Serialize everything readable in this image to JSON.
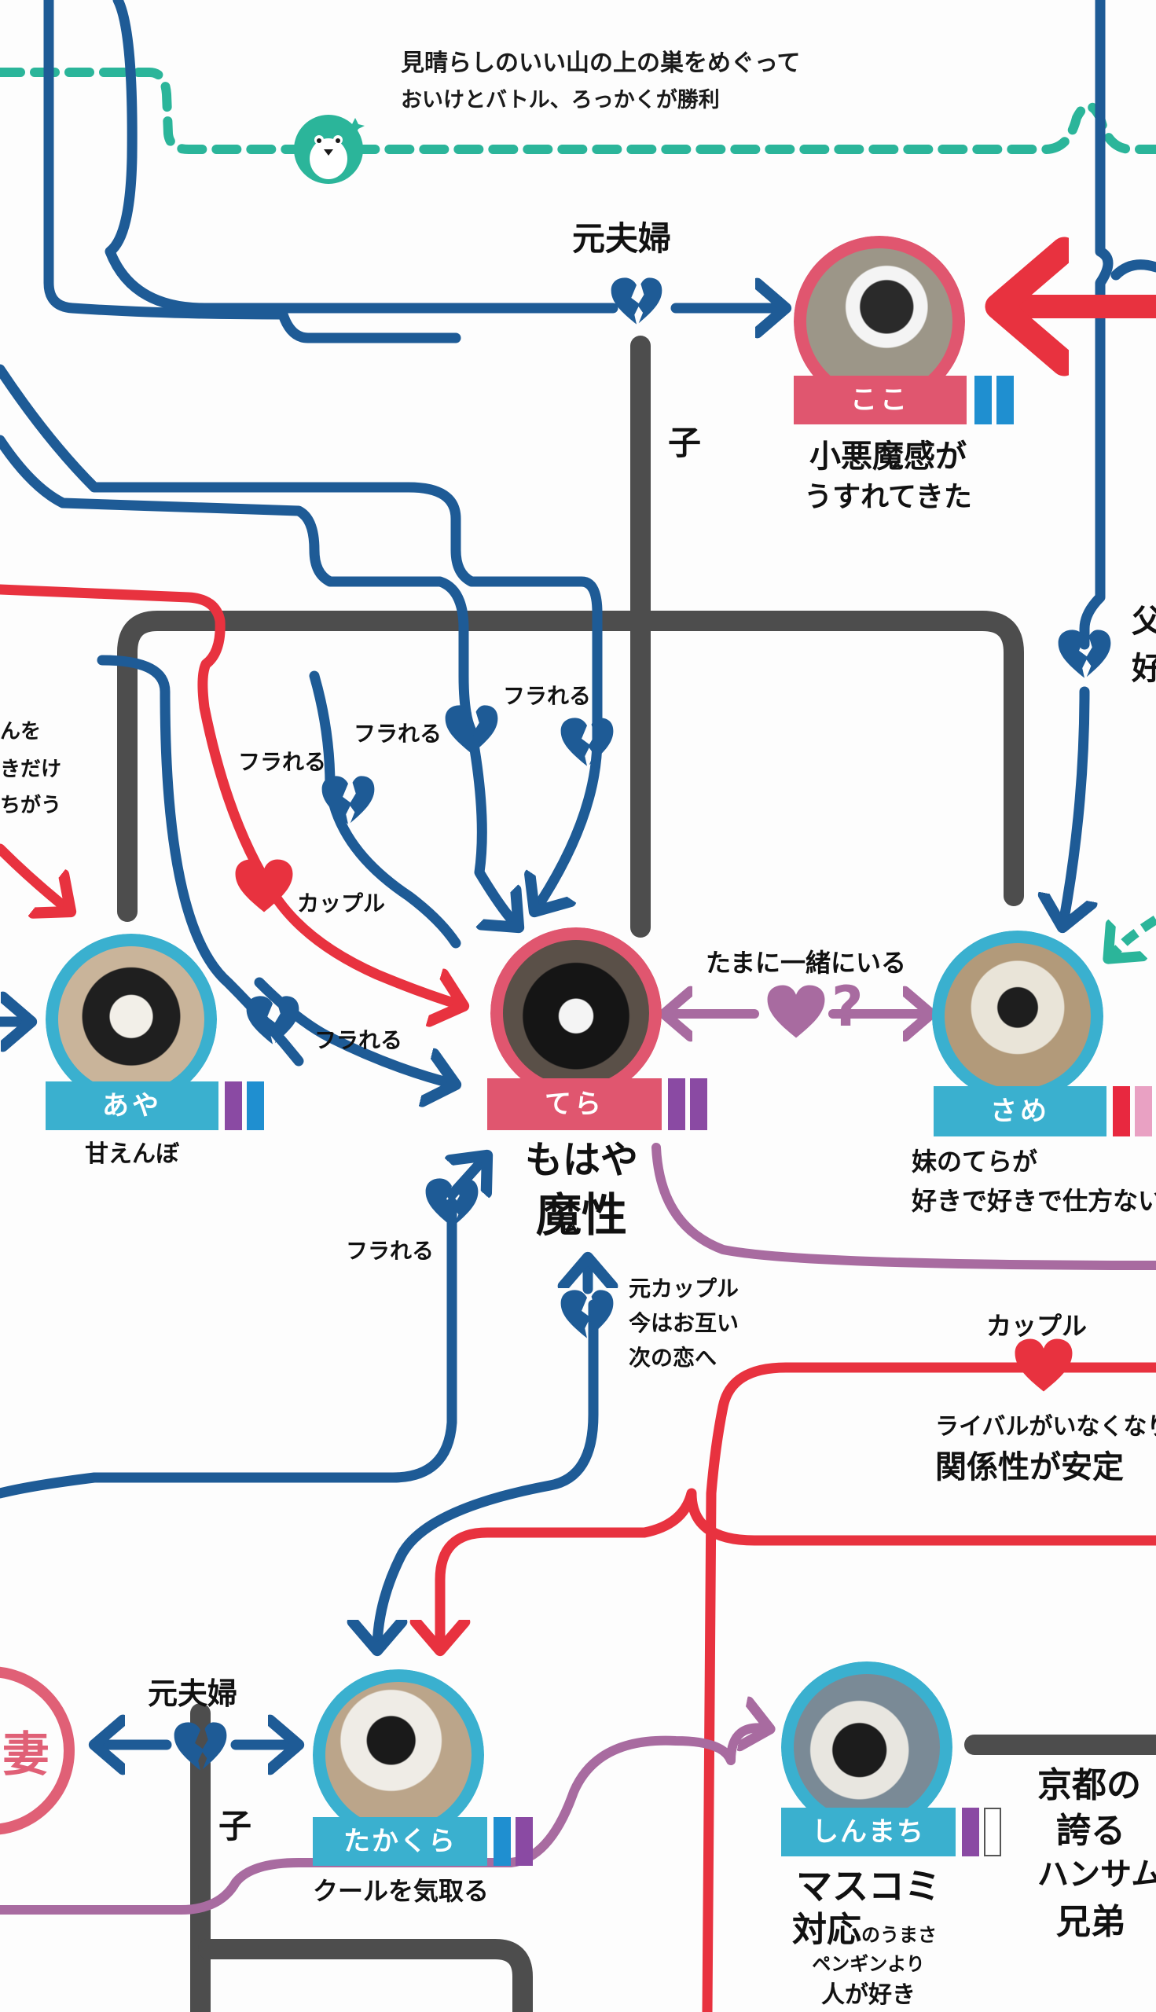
{
  "top_note": {
    "line1": "見晴らしのいい山の上の巣をめぐって",
    "line2": "おいけとバトル、ろっかくが勝利"
  },
  "penguins": {
    "koko": {
      "name": "ここ",
      "desc1": "小悪魔感が",
      "desc2": "うすれてきた",
      "ring_color": "#e0566f",
      "bar_color": "#e0566f",
      "tags": [
        "#1f8fd0",
        "#1f8fd0"
      ]
    },
    "aya": {
      "name": "あや",
      "desc1": "甘えんぼ",
      "ring_color": "#3ab0cf",
      "bar_color": "#3ab0cf",
      "tags": [
        "#8a4aa3",
        "#1f8fd0"
      ]
    },
    "tera": {
      "name": "てら",
      "desc1": "もはや",
      "desc2": "魔性",
      "ring_color": "#e0566f",
      "bar_color": "#e0566f",
      "tags": [
        "#8a4aa3",
        "#8a4aa3"
      ]
    },
    "same": {
      "name": "さめ",
      "desc1": "妹のてらが",
      "desc2": "好きで好きで仕方ない",
      "ring_color": "#3ab0cf",
      "bar_color": "#3ab0cf",
      "tags": [
        "#e8283f",
        "#e9a1c3"
      ]
    },
    "takakura": {
      "name": "たかくら",
      "desc1": "クールを気取る",
      "ring_color": "#3ab0cf",
      "bar_color": "#3ab0cf",
      "tags": [
        "#1f8fd0",
        "#8a4aa3"
      ]
    },
    "shinmachi": {
      "name": "しんまち",
      "desc1": "マスコミ",
      "desc2": "対応",
      "desc2_small": "のうまさ",
      "desc3": "ペンギンより",
      "desc4": "人が好き",
      "ring_color": "#3ab0cf",
      "bar_color": "#3ab0cf",
      "tags": [
        "#8a4aa3",
        "#ffffff"
      ]
    }
  },
  "left_partial": {
    "line1": "んを",
    "line2": "きだけ",
    "line3": "ちがう"
  },
  "right_partial": {
    "fa": "父",
    "ko": "好",
    "kyoto1": "京都の",
    "kyoto2": "誇る",
    "kyoto3": "ハンサム",
    "kyoto4": "兄弟"
  },
  "wife_label": "妻",
  "relations": {
    "former_couple_top": "元夫婦",
    "child_top": "子",
    "dumped_1": "フラれる",
    "dumped_2": "フラれる",
    "dumped_3": "フラれる",
    "dumped_4": "フラれる",
    "dumped_5": "フラれる",
    "couple_left": "カップル",
    "sometimes_together": "たまに一緒にいる",
    "ex_couple_1": "元カップル",
    "ex_couple_2": "今はお互い",
    "ex_couple_3": "次の恋へ",
    "couple_right": "カップル",
    "rival_1": "ライバルがいなくなり",
    "rival_2": "関係性が安定",
    "former_couple_bottom": "元夫婦",
    "child_bottom": "子",
    "question": "?"
  },
  "colors": {
    "blue": "#1e5b96",
    "red": "#e8323f",
    "gray": "#4d4d4d",
    "purple": "#a86ba0",
    "teal": "#2bb59a"
  }
}
